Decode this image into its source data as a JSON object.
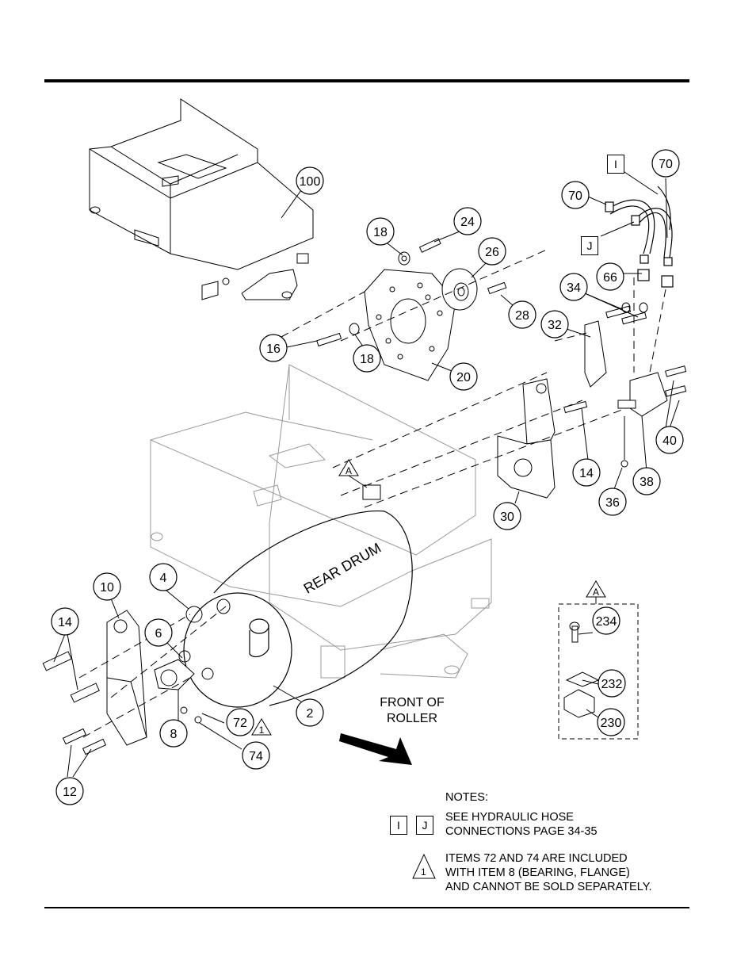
{
  "callouts": [
    {
      "id": "c100",
      "label": "100"
    },
    {
      "id": "c18a",
      "label": "18"
    },
    {
      "id": "c24",
      "label": "24"
    },
    {
      "id": "c26",
      "label": "26"
    },
    {
      "id": "c28",
      "label": "28"
    },
    {
      "id": "c16",
      "label": "16"
    },
    {
      "id": "c18b",
      "label": "18"
    },
    {
      "id": "c20",
      "label": "20"
    },
    {
      "id": "c70a",
      "label": "70"
    },
    {
      "id": "c70b",
      "label": "70"
    },
    {
      "id": "c66",
      "label": "66"
    },
    {
      "id": "c34",
      "label": "34"
    },
    {
      "id": "c32",
      "label": "32"
    },
    {
      "id": "c40",
      "label": "40"
    },
    {
      "id": "c14a",
      "label": "14"
    },
    {
      "id": "c38",
      "label": "38"
    },
    {
      "id": "c36",
      "label": "36"
    },
    {
      "id": "c30",
      "label": "30"
    },
    {
      "id": "c10",
      "label": "10"
    },
    {
      "id": "c4",
      "label": "4"
    },
    {
      "id": "c14b",
      "label": "14"
    },
    {
      "id": "c6",
      "label": "6"
    },
    {
      "id": "c2",
      "label": "2"
    },
    {
      "id": "c8",
      "label": "8"
    },
    {
      "id": "c72",
      "label": "72"
    },
    {
      "id": "c74",
      "label": "74"
    },
    {
      "id": "c12",
      "label": "12"
    },
    {
      "id": "c234",
      "label": "234"
    },
    {
      "id": "c232",
      "label": "232"
    },
    {
      "id": "c230",
      "label": "230"
    }
  ],
  "labels": {
    "box_i": "I",
    "box_j": "J",
    "detail_a_top": "A",
    "detail_a_side": "A",
    "triangle_1": "1",
    "rear_drum": "REAR DRUM",
    "front_of_roller_line1": "FRONT OF",
    "front_of_roller_line2": "ROLLER"
  },
  "notes": {
    "heading": "NOTES:",
    "box_i": "I",
    "box_j": "J",
    "note1_line1": "SEE HYDRAULIC HOSE",
    "note1_line2": "CONNECTIONS PAGE 34-35",
    "triangle": "1",
    "note2_line1": "ITEMS 72 AND 74 ARE INCLUDED",
    "note2_line2": "WITH ITEM 8 (BEARING, FLANGE)",
    "note2_line3": "AND CANNOT BE SOLD SEPARATELY."
  }
}
